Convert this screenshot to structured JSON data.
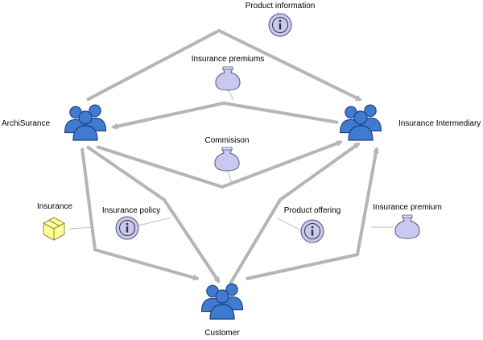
{
  "colors": {
    "actor_fill": "#3f7bd0",
    "actor_stroke": "#1f3d7a",
    "object_fill": "#c8c8f2",
    "object_stroke": "#555577",
    "product_fill": "#ffff99",
    "product_stroke": "#888844",
    "flow": "#b5b5b5",
    "association": "#c8c8c8"
  },
  "actors": {
    "archisurance": "ArchiSurance",
    "intermediary": "Insurance Intermediary",
    "customer": "Customer"
  },
  "business_objects": {
    "product_information": "Product information",
    "insurance_premiums": "Insurance premiums",
    "commission": "Commisison",
    "insurance_policy": "Insurance policy",
    "product_offering": "Product offering",
    "insurance_premium": "Insurance premium"
  },
  "product": {
    "insurance": "Insurance"
  },
  "icons": {
    "info": "info-icon",
    "money": "money-bag-icon",
    "product": "product-cube-icon",
    "actor": "actor-group-icon"
  }
}
